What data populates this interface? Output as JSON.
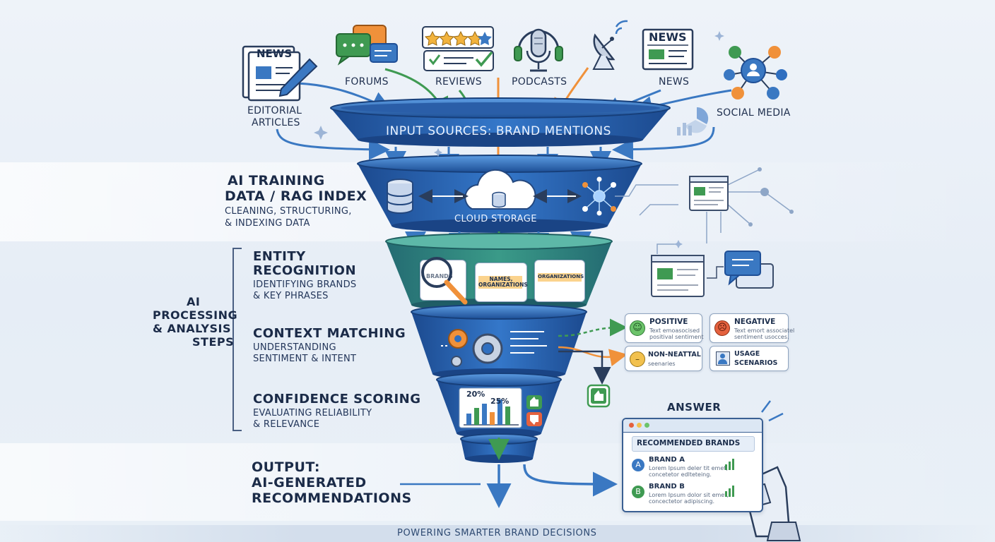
{
  "sources": {
    "editorial": {
      "line1": "EDITORIAL",
      "line2": "ARTICLES",
      "icon": "newspaper-pen-icon",
      "badge": "NEWS"
    },
    "forums": {
      "label": "FORUMS",
      "icon": "chat-bubbles-icon"
    },
    "reviews": {
      "label": "REVIEWS",
      "icon": "star-rating-icon"
    },
    "podcasts": {
      "label": "PODCASTS",
      "icon": "microphone-headphones-icon"
    },
    "news": {
      "label": "NEWS",
      "icon": "newspaper-icon",
      "badge": "NEWS"
    },
    "social": {
      "label": "SOCIAL MEDIA",
      "icon": "social-network-icon"
    }
  },
  "funnel": {
    "input_label": "INPUT SOURCES: BRAND MENTIONS",
    "cloud_label": "CLOUD STORAGE",
    "entity_cards": [
      "BRANDS",
      "NAMES, ORGANIZATIONS",
      "ORGANIZATIONS"
    ],
    "score_labels": [
      "20%",
      "25%"
    ]
  },
  "sections": {
    "training": {
      "line1": "AI TRAINING",
      "line2": "DATA / RAG INDEX",
      "sub1": "CLEANING, STRUCTURING,",
      "sub2": "& INDEXING DATA"
    },
    "processing": {
      "line1": "AI",
      "line2": "PROCESSING",
      "line3": "& ANALYSIS",
      "line4": "STEPS"
    },
    "entity": {
      "line1": "ENTITY",
      "line2": "RECOGNITION",
      "sub1": "IDENTIFYING BRANDS",
      "sub2": "& KEY PHRASES"
    },
    "context": {
      "title": "CONTEXT MATCHING",
      "sub1": "UNDERSTANDING",
      "sub2": "SENTIMENT & INTENT"
    },
    "confidence": {
      "title": "CONFIDENCE SCORING",
      "sub1": "EVALUATING RELIABILITY",
      "sub2": "& RELEVANCE"
    },
    "output": {
      "line1": "OUTPUT:",
      "line2": "AI-GENERATED",
      "line3": "RECOMMENDATIONS"
    }
  },
  "sentiment": {
    "positive": {
      "title": "POSITIVE",
      "sub1": "Text emoasocised",
      "sub2": "positival sentiment"
    },
    "negative": {
      "title": "NEGATIVE",
      "sub1": "Text emort associatel",
      "sub2": "sentiment usocces."
    },
    "neutral": {
      "title": "NON-NEATTAL",
      "sub1": "seenaries"
    },
    "usage": {
      "title": "USAGE",
      "sub1": "SCENARIOS"
    }
  },
  "answer": {
    "heading": "ANSWER",
    "panel_title": "RECOMMENDED BRANDS",
    "brand_a": {
      "badge": "A",
      "name": "BRAND A",
      "line1": "Lorem Ipsum deler tit emet,",
      "line2": "concetetor edlteteing."
    },
    "brand_b": {
      "badge": "B",
      "name": "BRAND B",
      "line1": "Lorem Ipsum dolor sit emet,",
      "line2": "concectetor adipiscing."
    }
  },
  "footer": {
    "text": "POWERING SMARTER BRAND DECISIONS"
  },
  "colors": {
    "funnel_dark": "#1f4f96",
    "funnel_mid": "#2f6fc0",
    "funnel_teal": "#2f8a7a",
    "arrow_blue": "#3a78c2",
    "arrow_green": "#3f9a52",
    "arrow_orange": "#f0913a",
    "positive": "#6cc36a",
    "negative": "#e4613e",
    "neutral": "#f2c14e"
  }
}
